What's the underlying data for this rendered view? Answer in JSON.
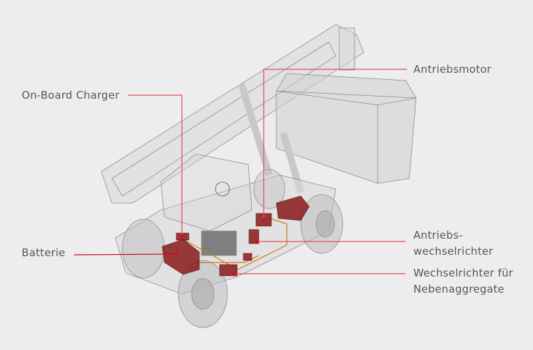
{
  "labels": {
    "charger": "On-Board Charger",
    "battery": "Batterie",
    "motor": "Antriebsmotor",
    "inverter_line1": "Antriebs-",
    "inverter_line2": "wechselrichter",
    "aux_line1": "Wechselrichter für",
    "aux_line2": "Nebenaggregate"
  },
  "colors": {
    "background": "#ededed",
    "leader": "#e0505a",
    "dot": "#d0101e",
    "component": "#8a1a1a",
    "wiring": "#c8781e"
  }
}
